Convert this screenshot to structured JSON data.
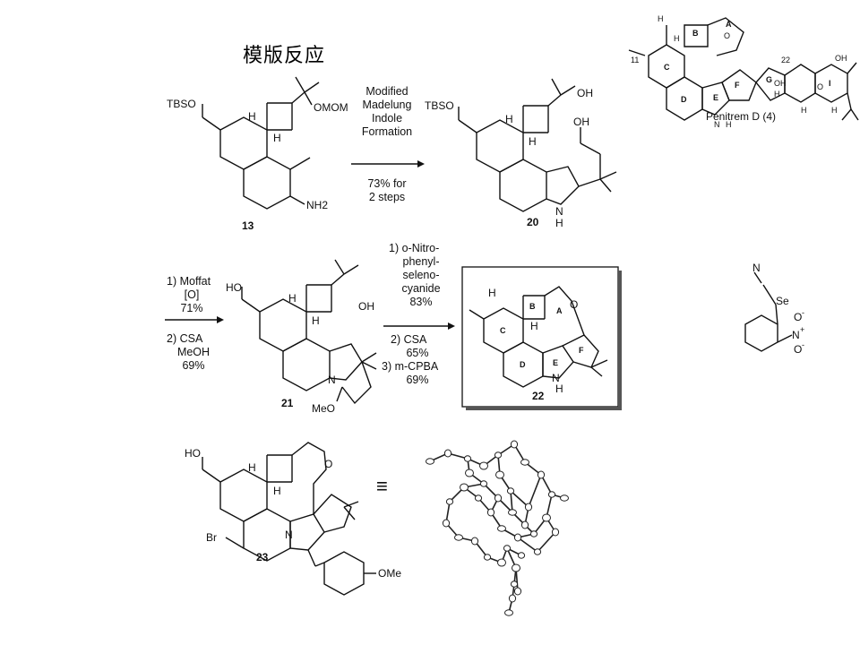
{
  "slide_title": "模版反应",
  "reaction1": {
    "conditions": [
      "Modified",
      "Madelung",
      "Indole",
      "Formation"
    ],
    "yield": [
      "73% for",
      "2 steps"
    ]
  },
  "reaction2": {
    "conditions": [
      "1) Moffat",
      "[O]",
      "71%",
      "2) CSA",
      "MeOH",
      "69%"
    ]
  },
  "reaction3": {
    "conditions": [
      "1) o-Nitro-",
      "phenyl-",
      "seleno-",
      "cyanide",
      "83%",
      "2) CSA",
      "65%",
      "3) m-CPBA",
      "69%"
    ]
  },
  "compounds": {
    "c13": {
      "number": "13",
      "labels": [
        "TBSO",
        "H",
        "H",
        "OMOM",
        "NH2"
      ]
    },
    "c20": {
      "number": "20",
      "labels": [
        "TBSO",
        "H",
        "H",
        "OH",
        "OH",
        "N",
        "H"
      ]
    },
    "c21": {
      "number": "21",
      "labels": [
        "HO",
        "H",
        "H",
        "OH",
        "N",
        "MeO"
      ]
    },
    "c22": {
      "number": "22",
      "labels": [
        "H",
        "H",
        "O",
        "N",
        "H"
      ],
      "rings": [
        "A",
        "B",
        "C",
        "D",
        "E",
        "F"
      ]
    },
    "c23": {
      "number": "23",
      "labels": [
        "HO",
        "H",
        "H",
        "O",
        "Br",
        "N",
        "OMe"
      ]
    },
    "penitrem": {
      "caption": "Penitrem D (4)",
      "labels": [
        "H",
        "H",
        "O",
        "11",
        "22",
        "N",
        "H",
        "OH",
        "H",
        "O",
        "H",
        "OH",
        "H"
      ],
      "rings": [
        "A",
        "B",
        "C",
        "D",
        "E",
        "F",
        "G",
        "I"
      ]
    },
    "reagent": {
      "labels": [
        "N",
        "Se",
        "N",
        "+",
        "O",
        "-",
        "O",
        "-"
      ]
    }
  },
  "equivalence_symbol": "≡"
}
